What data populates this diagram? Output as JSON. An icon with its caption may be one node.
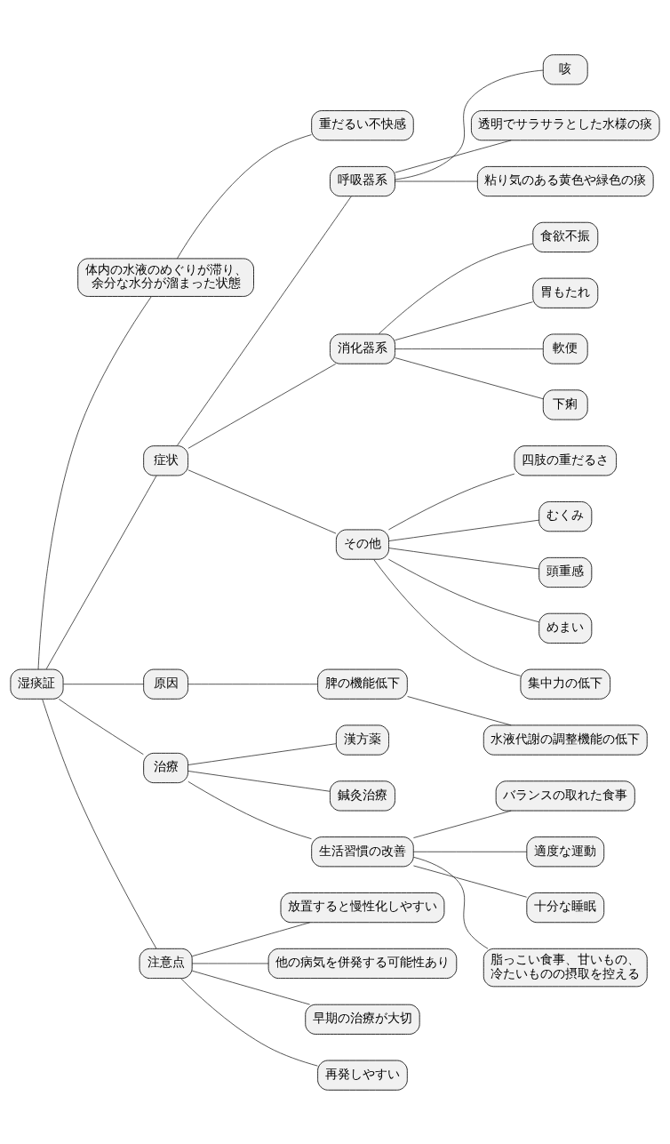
{
  "diagram": {
    "nodes": [
      {
        "text": [
          "湿痰証"
        ]
      },
      {
        "text": [
          "体内の水液のめぐりが滞り、余分な水分が溜まった状態"
        ]
      },
      {
        "text": [
          "重だるい不快感"
        ]
      },
      {
        "text": [
          "症状"
        ]
      },
      {
        "text": [
          "呼吸器系"
        ]
      },
      {
        "text": [
          "咳"
        ]
      },
      {
        "text": [
          "透明でサラサラとした水様の痰"
        ]
      },
      {
        "text": [
          "粘り気のある黄色や緑色の痰"
        ]
      },
      {
        "text": [
          "消化器系"
        ]
      },
      {
        "text": [
          "食欲不振"
        ]
      },
      {
        "text": [
          "胃もたれ"
        ]
      },
      {
        "text": [
          "軟便"
        ]
      },
      {
        "text": [
          "下痢"
        ]
      },
      {
        "text": [
          "その他"
        ]
      },
      {
        "text": [
          "四肢の重だるさ"
        ]
      },
      {
        "text": [
          "むくみ"
        ]
      },
      {
        "text": [
          "頭重感"
        ]
      },
      {
        "text": [
          "めまい"
        ]
      },
      {
        "text": [
          "集中力の低下"
        ]
      },
      {
        "text": [
          "原因"
        ]
      },
      {
        "text": [
          "脾の機能低下"
        ]
      },
      {
        "text": [
          "水液代謝の調整機能の低下"
        ]
      },
      {
        "text": [
          "治療"
        ]
      },
      {
        "text": [
          "漢方薬"
        ]
      },
      {
        "text": [
          "鍼灸治療"
        ]
      },
      {
        "text": [
          "生活習慣の改善"
        ]
      },
      {
        "text": [
          "バランスの取れた食事"
        ]
      },
      {
        "text": [
          "適度な運動"
        ]
      },
      {
        "text": [
          "十分な睡眠"
        ]
      },
      {
        "text": [
          "脂っこい食事、甘いもの、冷たいものの摂取を控える"
        ]
      },
      {
        "text": [
          "注意点"
        ]
      },
      {
        "text": [
          "放置すると慢性化しやすい"
        ]
      },
      {
        "text": [
          "他の病気を併発する可能性あり"
        ]
      },
      {
        "text": [
          "早期の治療が大切"
        ]
      },
      {
        "text": [
          "再発しやすい"
        ]
      }
    ],
    "edges": [
      {
        "from": 0,
        "to": 1,
        "arrow": "none"
      },
      {
        "from": 1,
        "to": 2,
        "arrow": "none"
      },
      {
        "from": 0,
        "to": 3,
        "arrow": "none"
      },
      {
        "from": 3,
        "to": 4,
        "arrow": "none"
      },
      {
        "from": 4,
        "to": 5,
        "arrow": "none"
      },
      {
        "from": 4,
        "to": 6,
        "arrow": "none"
      },
      {
        "from": 4,
        "to": 7,
        "arrow": "none"
      },
      {
        "from": 3,
        "to": 8,
        "arrow": "none"
      },
      {
        "from": 8,
        "to": 9,
        "arrow": "none"
      },
      {
        "from": 8,
        "to": 10,
        "arrow": "none"
      },
      {
        "from": 8,
        "to": 11,
        "arrow": "none"
      },
      {
        "from": 8,
        "to": 12,
        "arrow": "none"
      },
      {
        "from": 3,
        "to": 13,
        "arrow": "none"
      },
      {
        "from": 13,
        "to": 14,
        "arrow": "none"
      },
      {
        "from": 13,
        "to": 15,
        "arrow": "none"
      },
      {
        "from": 13,
        "to": 16,
        "arrow": "none"
      },
      {
        "from": 13,
        "to": 17,
        "arrow": "none"
      },
      {
        "from": 13,
        "to": 18,
        "arrow": "none"
      },
      {
        "from": 0,
        "to": 19,
        "arrow": "none"
      },
      {
        "from": 19,
        "to": 20,
        "arrow": "none"
      },
      {
        "from": 20,
        "to": 21,
        "arrow": "none"
      },
      {
        "from": 0,
        "to": 22,
        "arrow": "none"
      },
      {
        "from": 22,
        "to": 23,
        "arrow": "none"
      },
      {
        "from": 22,
        "to": 24,
        "arrow": "none"
      },
      {
        "from": 22,
        "to": 25,
        "arrow": "none"
      },
      {
        "from": 25,
        "to": 26,
        "arrow": "none"
      },
      {
        "from": 25,
        "to": 27,
        "arrow": "none"
      },
      {
        "from": 25,
        "to": 28,
        "arrow": "none"
      },
      {
        "from": 25,
        "to": 29,
        "arrow": "none"
      },
      {
        "from": 0,
        "to": 30,
        "arrow": "none"
      },
      {
        "from": 30,
        "to": 31,
        "arrow": "none"
      },
      {
        "from": 30,
        "to": 32,
        "arrow": "none"
      },
      {
        "from": 30,
        "to": 33,
        "arrow": "none"
      },
      {
        "from": 30,
        "to": 34,
        "arrow": "none"
      }
    ]
  }
}
